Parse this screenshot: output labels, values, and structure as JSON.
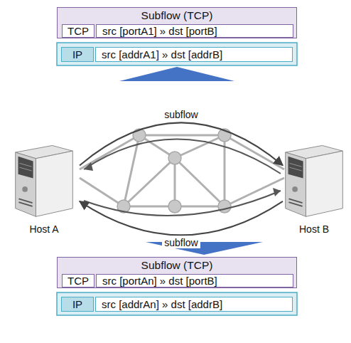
{
  "diagram": {
    "nodes": [
      {
        "text": [
          "Subflow (TCP)"
        ]
      },
      {
        "text": [
          "TCP"
        ],
        "in": 0
      },
      {
        "text": [
          "src [portA1] » dst [portB]"
        ],
        "in": 0
      },
      {
        "text": [
          "IP"
        ]
      },
      {
        "text": [
          "src [addrA1] » dst [addrB]"
        ]
      },
      {
        "text": [
          "Host A"
        ]
      },
      {
        "text": [
          "Host B"
        ]
      },
      {
        "text": [
          "Subflow (TCP)"
        ]
      },
      {
        "text": [
          "TCP"
        ],
        "in": 7
      },
      {
        "text": [
          "src [portAn] » dst [portB]"
        ],
        "in": 7
      },
      {
        "text": [
          "IP"
        ]
      },
      {
        "text": [
          "src [addrAn] » dst [addrB]"
        ]
      }
    ],
    "edges": [
      {
        "from": 5,
        "to": 6,
        "arrow": "to",
        "label": "subflow"
      },
      {
        "from": 6,
        "to": 5,
        "arrow": "to",
        "label": "subflow"
      }
    ]
  }
}
